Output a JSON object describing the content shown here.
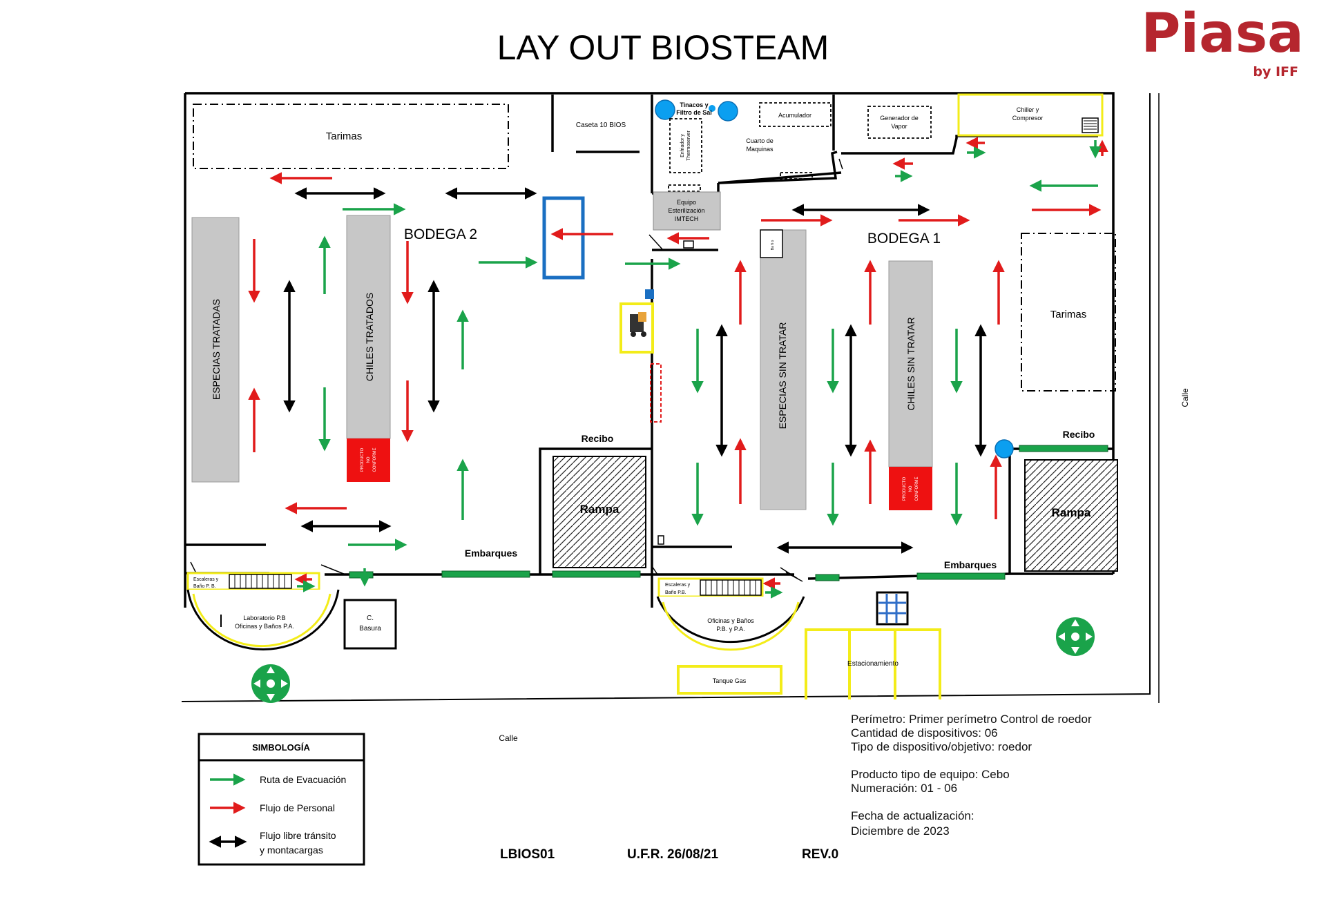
{
  "title": "LAY OUT BIOSTEAM",
  "logo": {
    "word": "Piasa",
    "sub": "by IFF"
  },
  "areas": {
    "tarimas_left": "Tarimas",
    "caseta": "Caseta 10 BIOS",
    "tinacos_1": "Tinacos y",
    "tinacos_2": "Filtro de Sal",
    "acumulador": "Acumulador",
    "enfriador_1": "Enfriador y",
    "enfriador_2": "Thermoserver",
    "cuarto_1": "Cuarto de",
    "cuarto_2": "Maquinas",
    "generador_1": "Generador de",
    "generador_2": "Vapor",
    "chiller_1": "Chiller y",
    "chiller_2": "Compresor",
    "equipo_1": "Equipo",
    "equipo_2": "Esterilización",
    "equipo_3": "IMTECH",
    "bodega2": "BODEGA 2",
    "bodega1": "BODEGA 1",
    "especias_tratadas": "ESPECIAS TRATADAS",
    "chiles_tratados": "CHILES TRATADOS",
    "especias_sin_tratar": "ESPECIAS SIN TRATAR",
    "chiles_sin_tratar": "CHILES SIN TRATAR",
    "producto_nc_1": "PRODUCTO",
    "producto_nc_2": "NO",
    "producto_nc_3": "CONFORME",
    "tarimas_right": "Tarimas",
    "recibo_left": "Recibo",
    "recibo_right": "Recibo",
    "rampa_left": "Rampa",
    "rampa_right": "Rampa",
    "embarques_left": "Embarques",
    "embarques_right": "Embarques",
    "escaleras_l_1": "Escaleras y",
    "escaleras_l_2": "Baño P. B.",
    "escaleras_r_1": "Escaleras y",
    "escaleras_r_2": "Baño P.B.",
    "laboratorio_1": "Laboratorio P.B",
    "laboratorio_2": "Oficinas y Baños P.A.",
    "basura_1": "C.",
    "basura_2": "Basura",
    "oficinas_1": "Oficinas y Baños",
    "oficinas_2": "P.B. y P.A.",
    "tanque": "Tanque Gas",
    "estacionamiento": "Estacionamiento",
    "calle_bottom": "Calle",
    "calle_right": "Calle",
    "ba_small": "Ba ñ o"
  },
  "legend": {
    "title": "SIMBOLOGÍA",
    "items": [
      {
        "label": "Ruta de Evacuación",
        "color": "#1aa34a"
      },
      {
        "label": "Flujo de Personal",
        "color": "#e11b1b"
      },
      {
        "label": "Flujo libre tránsito",
        "label2": "y montacargas",
        "color": "#000000"
      }
    ]
  },
  "footer": {
    "code": "LBIOS01",
    "ufr": "U.F.R. 26/08/21",
    "rev": "REV.0"
  },
  "notes": {
    "perimetro": "Perímetro: Primer perímetro Control de roedor",
    "cantidad": "Cantidad de dispositivos:  06",
    "tipo": "Tipo de dispositivo/objetivo: roedor",
    "producto": "Producto tipo de equipo: Cebo",
    "numeracion": "Numeración: 01 - 06",
    "fecha_label": "Fecha de actualización:",
    "fecha": "Diciembre de 2023"
  },
  "colors": {
    "evacuation": "#1aa34a",
    "personnel": "#e11b1b",
    "free_transit": "#000000",
    "shelf": "#c7c7c7",
    "nonconforming": "#ee1111",
    "highlight_yellow": "#f3ec19",
    "blue_zone": "#1a6fc2",
    "bait_station": "#0b9ff0",
    "logo": "#b5262e"
  }
}
